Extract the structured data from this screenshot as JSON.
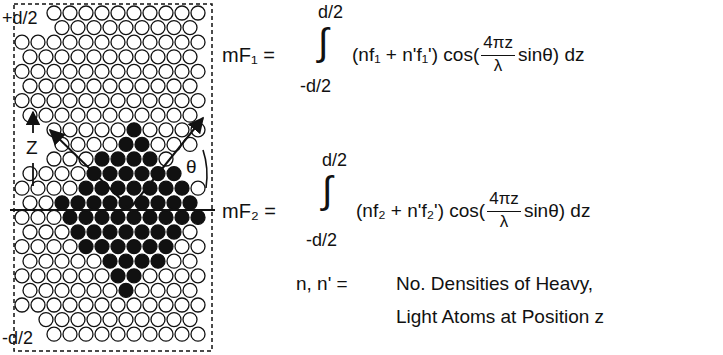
{
  "diagram": {
    "labels": [
      "+d/2",
      "Z",
      "θ",
      "-d/2",
      "mF₁ =",
      "d/2",
      "∫",
      "-d/2",
      "(nf₁ + n'f₁') cos(",
      "4πz",
      "λ",
      "sinθ) dz",
      "mF₂ =",
      "d/2",
      "∫",
      "-d/2",
      "(nf₂ + n'f₂') cos(",
      "4πz",
      "λ",
      "sinθ) dz",
      "n, n' =",
      "No. Densities of Heavy,",
      "Light Atoms at Position z"
    ]
  }
}
